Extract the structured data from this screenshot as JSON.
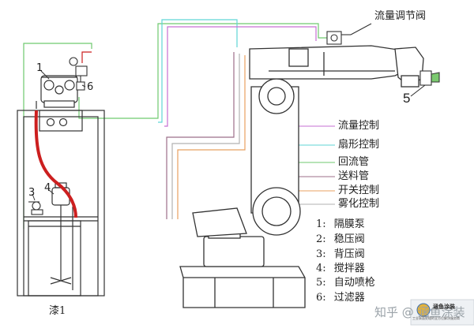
{
  "colors": {
    "flow_control": "#c66fd3",
    "fan_control": "#5fd6d6",
    "return_pipe": "#6fc96f",
    "feed_pipe": "#9c6f8a",
    "switch_control": "#e8a060",
    "atomize_control": "#b2b2b2",
    "paint_hose": "#cc1f1f",
    "outline": "#333333"
  },
  "labels": {
    "flow_valve": "流量调节阀",
    "tank": "漆1",
    "callout_1": "1",
    "callout_3": "3",
    "callout_4": "4",
    "callout_5": "5",
    "callout_6": "6"
  },
  "line_legend": [
    {
      "label": "流量控制",
      "color": "#c66fd3"
    },
    {
      "label": "扇形控制",
      "color": "#5fd6d6"
    },
    {
      "label": "回流管",
      "color": "#6fc96f"
    },
    {
      "label": "送料管",
      "color": "#9c6f8a"
    },
    {
      "label": "开关控制",
      "color": "#e8a060"
    },
    {
      "label": "雾化控制",
      "color": "#b2b2b2"
    }
  ],
  "parts": [
    {
      "num": "1:",
      "name": "隔膜泵"
    },
    {
      "num": "2:",
      "name": "稳压阀"
    },
    {
      "num": "3:",
      "name": "背压阀"
    },
    {
      "num": "4:",
      "name": "搅拌器"
    },
    {
      "num": "5:",
      "name": "自动喷枪"
    },
    {
      "num": "6:",
      "name": "过滤器"
    }
  ],
  "watermark": {
    "zhihu": "知乎",
    "at": "@",
    "brand": "涵鱼涂装",
    "badge_title": "涵鱼涂装",
    "badge_sub": "工业表面处理的全方位解决服务商"
  }
}
